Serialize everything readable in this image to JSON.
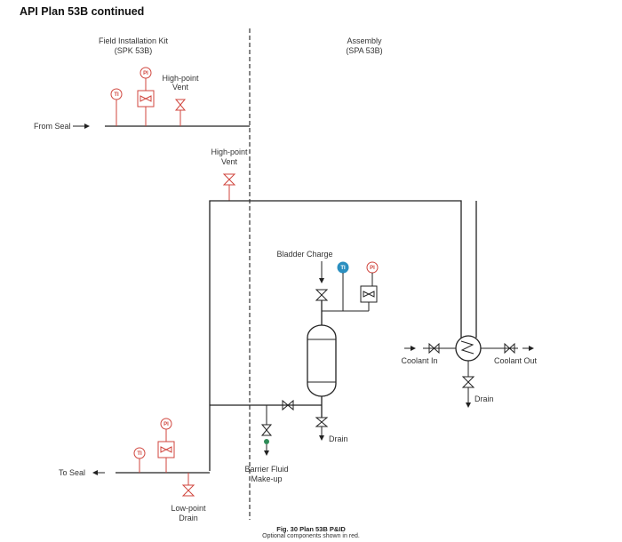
{
  "header": {
    "title": "API Plan 53B continued"
  },
  "labels": {
    "kit_line1": "Field Installation Kit",
    "kit_line2": "(SPK 53B)",
    "assembly_line1": "Assembly",
    "assembly_line2": "(SPA 53B)",
    "high_point_vent_top_1": "High-point",
    "high_point_vent_top_2": "Vent",
    "from_seal": "From Seal",
    "high_point_vent_mid_1": "High-point",
    "high_point_vent_mid_2": "Vent",
    "bladder_charge": "Bladder Charge",
    "coolant_in": "Coolant In",
    "coolant_out": "Coolant Out",
    "drain_cooler": "Drain",
    "drain_accumulator": "Drain",
    "to_seal": "To Seal",
    "barrier_fluid_1": "Barrier Fluid",
    "barrier_fluid_2": "Make-up",
    "low_point_drain_1": "Low-point",
    "low_point_drain_2": "Drain"
  },
  "instruments": {
    "ti": "TI",
    "pi": "PI"
  },
  "colors": {
    "optional": "#d0463e",
    "standard": "#222222",
    "ti_accumulator": "#2a8fc0",
    "makeup_valve": "#2e8b57"
  },
  "caption": {
    "figure": "Fig. 30  Plan 53B P&ID",
    "note": "Optional components shown in red."
  }
}
